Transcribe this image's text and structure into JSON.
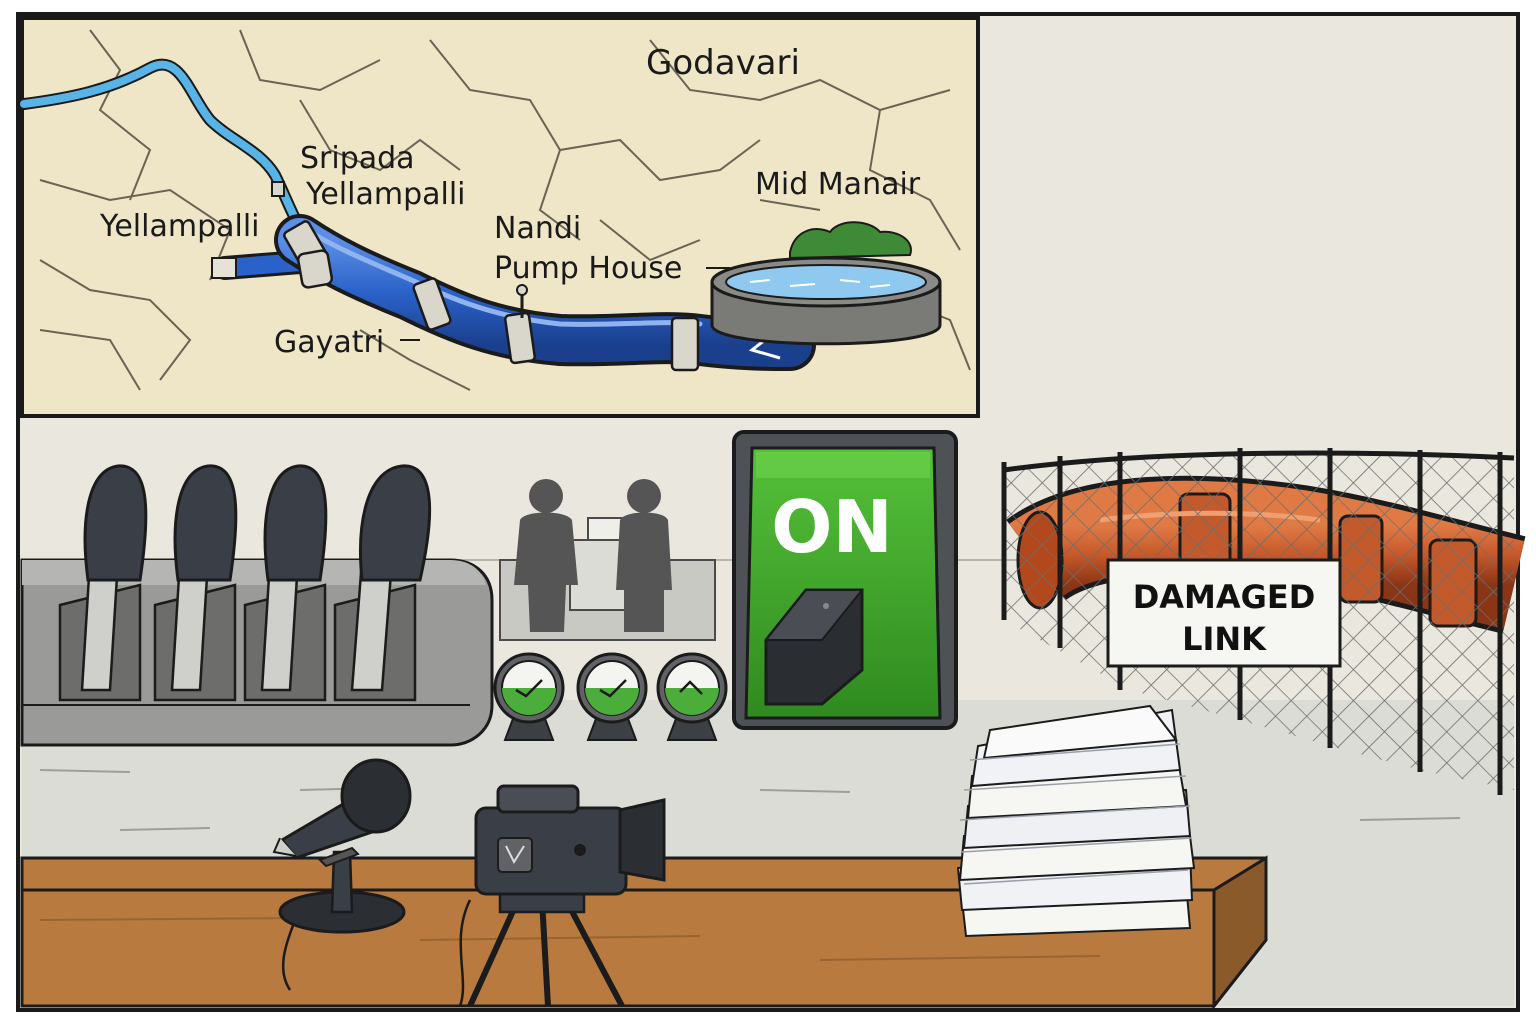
{
  "map": {
    "labels": {
      "godavari": "Godavari",
      "sripada": "Sripada",
      "sripada_yellampalli": "Yellampalli",
      "yellampalli": "Yellampalli",
      "nandi": "Nandi",
      "pump_house": "Pump House",
      "gayatri": "Gayatri",
      "mid_manair": "Mid Manair"
    }
  },
  "switch": {
    "label": "ON",
    "color": "#3f9e2a"
  },
  "sign": {
    "line1": "DAMAGED",
    "line2": "LINK"
  },
  "gauges": {
    "count": 3
  },
  "levers": {
    "count": 4
  },
  "colors": {
    "pipe": "#2b62c9",
    "damaged_pipe": "#c4582a",
    "map_paper": "#efe6c7",
    "wall": "#e7e5dc",
    "desk": "#b87a3e"
  }
}
